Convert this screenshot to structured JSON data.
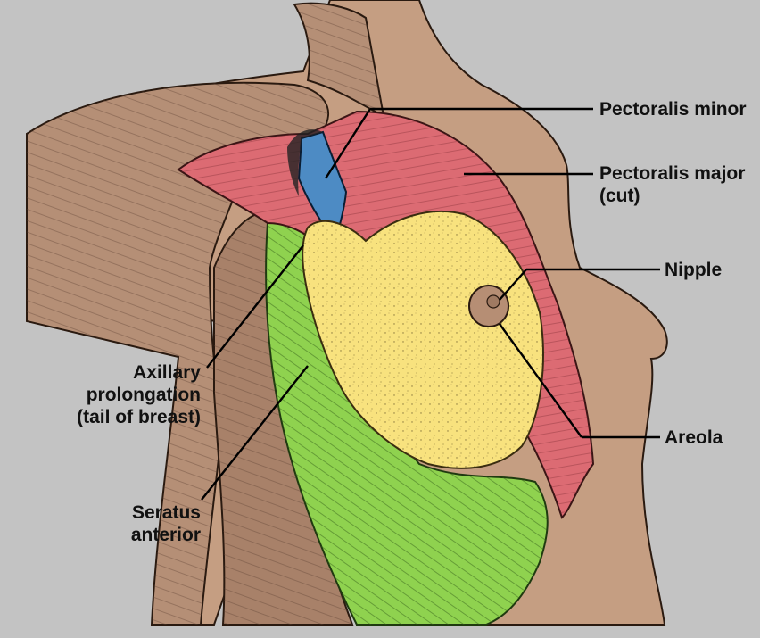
{
  "colors": {
    "background": "#c3c3c3",
    "skin": "#c59e82",
    "muscle_brown": "#b58f76",
    "pectoralis_major": "#dc6b73",
    "pectoralis_minor": "#4d8bc4",
    "breast_gland": "#f8e27e",
    "serratus": "#8fd24f",
    "areola": "#b68e74",
    "leader_line": "#000000"
  },
  "labels": {
    "pectoralis_minor": "Pectoralis minor",
    "pectoralis_major_1": "Pectoralis major",
    "pectoralis_major_2": "(cut)",
    "nipple": "Nipple",
    "areola": "Areola",
    "axillary_1": "Axillary",
    "axillary_2": "prolongation",
    "axillary_3": "(tail of breast)",
    "seratus_1": "Seratus",
    "seratus_2": "anterior"
  }
}
